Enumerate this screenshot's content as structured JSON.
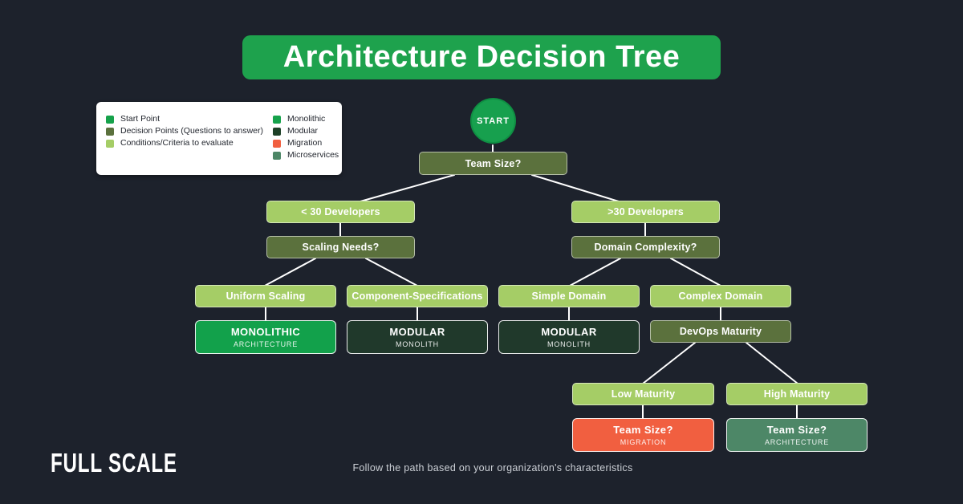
{
  "page": {
    "title": "Architecture Decision Tree",
    "caption": "Follow the path based on your organization's characteristics",
    "brand": "FULL SCALE"
  },
  "colors": {
    "background": "#1d222c",
    "title_banner": "#1ea24d",
    "start_point": "#16a24b",
    "decision_point": "#5b713d",
    "condition": "#a5cd66",
    "monolithic": "#12a14b",
    "modular": "#1d4027",
    "migration": "#f15f40",
    "microservices": "#4d8767",
    "connector": "#ffffff"
  },
  "legend": {
    "left": [
      {
        "label": "Start Point",
        "color": "#16a24b"
      },
      {
        "label": "Decision Points (Questions to answer)",
        "color": "#5b713d"
      },
      {
        "label": "Conditions/Criteria to evaluate",
        "color": "#a5cd66"
      }
    ],
    "right": [
      {
        "label": "Monolithic",
        "color": "#16a24b"
      },
      {
        "label": "Modular",
        "color": "#1d4027"
      },
      {
        "label": "Migration",
        "color": "#f15f40"
      },
      {
        "label": "Microservices",
        "color": "#4d8767"
      }
    ]
  },
  "tree": {
    "start": "START",
    "team_size": "Team Size?",
    "lt30": "< 30 Developers",
    "gt30": ">30 Developers",
    "scaling_needs": "Scaling Needs?",
    "domain_complexity": "Domain Complexity?",
    "uniform_scaling": "Uniform Scaling",
    "component_specs": "Component-Specifications",
    "simple_domain": "Simple Domain",
    "complex_domain": "Complex Domain",
    "devops_maturity": "DevOps Maturity",
    "low_maturity": "Low Maturity",
    "high_maturity": "High Maturity",
    "monolithic": {
      "title": "MONOLITHIC",
      "subtitle": "ARCHITECTURE"
    },
    "modular_left": {
      "title": "MODULAR",
      "subtitle": "MONOLITH"
    },
    "modular_right": {
      "title": "MODULAR",
      "subtitle": "MONOLITH"
    },
    "migration": {
      "title": "Team Size?",
      "subtitle": "MIGRATION"
    },
    "microservices": {
      "title": "Team Size?",
      "subtitle": "ARCHITECTURE"
    }
  }
}
